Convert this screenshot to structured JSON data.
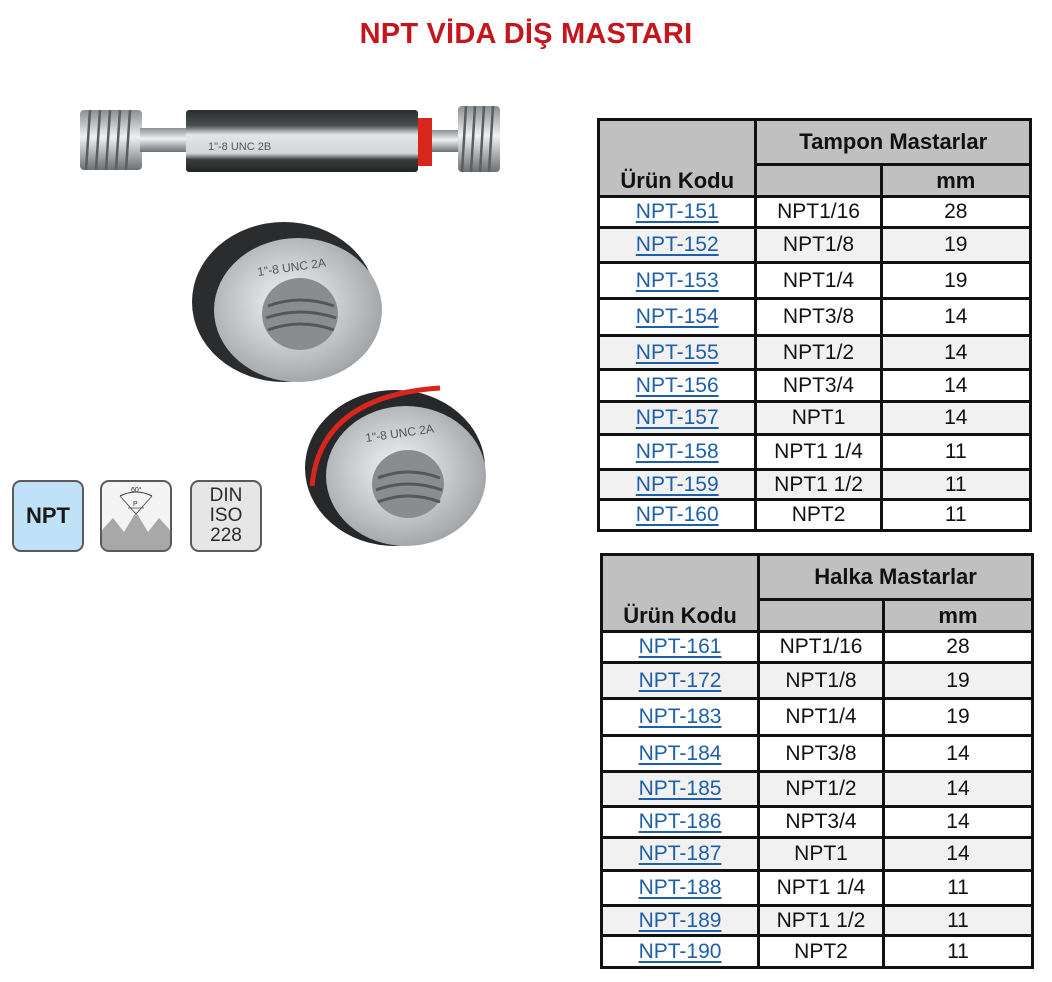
{
  "page": {
    "title": "NPT VİDA DİŞ MASTARI",
    "title_color": "#c4161c",
    "link_color": "#1f5fa8",
    "header_bg": "#c0c0c0"
  },
  "images": {
    "plug_gauge_label": "1\"-8 UNC 2B",
    "ring_gauge_go_label": "1\"-8 UNC 2A",
    "ring_gauge_nogo_label": "1\"-8 UNC 2A"
  },
  "badges": {
    "npt": "NPT",
    "thread_angle": "60°",
    "thread_pitch": "P",
    "din_line1": "DIN",
    "din_line2": "ISO",
    "din_line3": "228"
  },
  "tables": [
    {
      "code_header": "Ürün Kodu",
      "group_header": "Tampon Mastarlar",
      "size_header": "",
      "unit_header": "mm",
      "rows": [
        {
          "code": "NPT-151",
          "size": "NPT1/16",
          "mm": "28"
        },
        {
          "code": "NPT-152",
          "size": "NPT1/8",
          "mm": "19"
        },
        {
          "code": "NPT-153",
          "size": "NPT1/4",
          "mm": "19"
        },
        {
          "code": "NPT-154",
          "size": "NPT3/8",
          "mm": "14"
        },
        {
          "code": "NPT-155",
          "size": "NPT1/2",
          "mm": "14"
        },
        {
          "code": "NPT-156",
          "size": "NPT3/4",
          "mm": "14"
        },
        {
          "code": "NPT-157",
          "size": "NPT1",
          "mm": "14"
        },
        {
          "code": "NPT-158",
          "size": "NPT1 1/4",
          "mm": "11"
        },
        {
          "code": "NPT-159",
          "size": "NPT1 1/2",
          "mm": "11"
        },
        {
          "code": "NPT-160",
          "size": "NPT2",
          "mm": "11"
        }
      ]
    },
    {
      "code_header": "Ürün Kodu",
      "group_header": "Halka Mastarlar",
      "size_header": "",
      "unit_header": "mm",
      "rows": [
        {
          "code": "NPT-161",
          "size": "NPT1/16",
          "mm": "28"
        },
        {
          "code": "NPT-172",
          "size": "NPT1/8",
          "mm": "19"
        },
        {
          "code": "NPT-183",
          "size": "NPT1/4",
          "mm": "19"
        },
        {
          "code": "NPT-184",
          "size": "NPT3/8",
          "mm": "14"
        },
        {
          "code": "NPT-185",
          "size": "NPT1/2",
          "mm": "14"
        },
        {
          "code": "NPT-186",
          "size": "NPT3/4",
          "mm": "14"
        },
        {
          "code": "NPT-187",
          "size": "NPT1",
          "mm": "14"
        },
        {
          "code": "NPT-188",
          "size": "NPT1 1/4",
          "mm": "11"
        },
        {
          "code": "NPT-189",
          "size": "NPT1 1/2",
          "mm": "11"
        },
        {
          "code": "NPT-190",
          "size": "NPT2",
          "mm": "11"
        }
      ]
    }
  ]
}
